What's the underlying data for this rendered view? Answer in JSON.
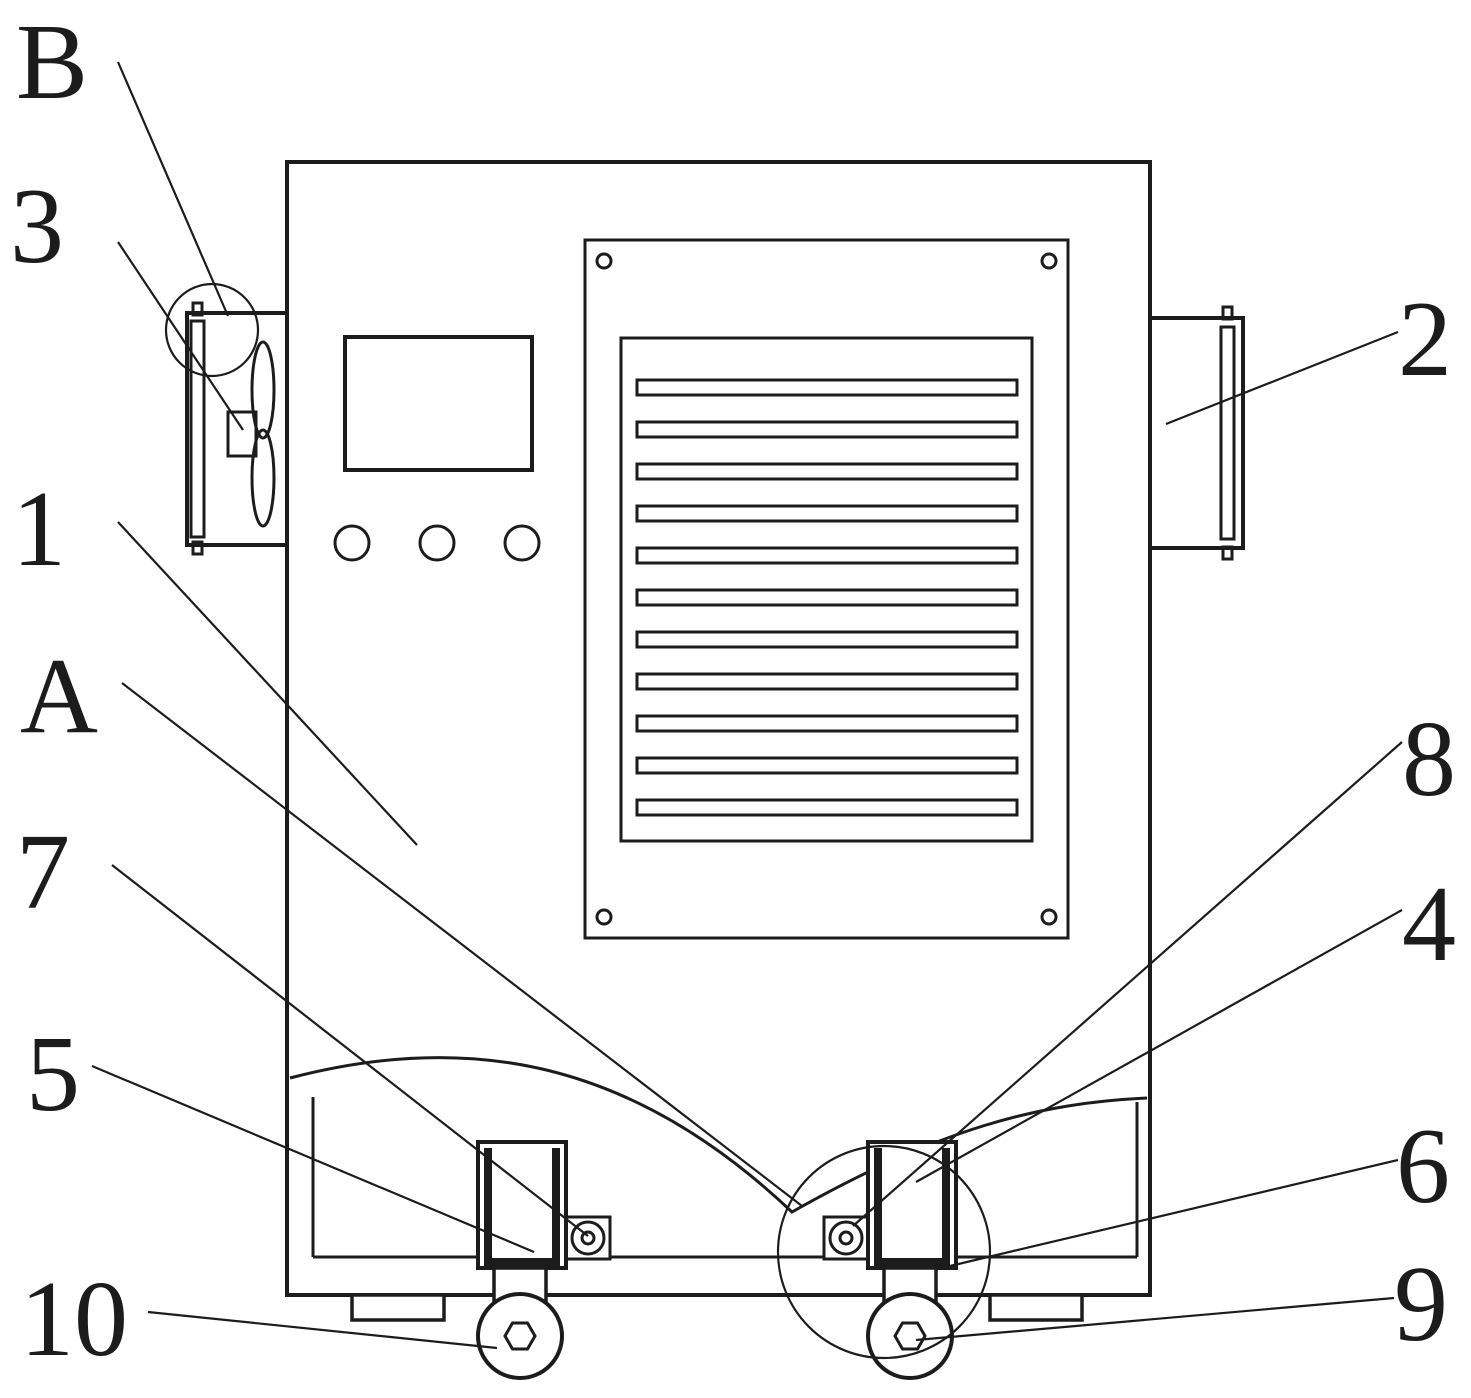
{
  "figure": {
    "background_color": "#ffffff",
    "line_color": "#1c1c1c",
    "kind": "patent-style technical line drawing"
  },
  "labels": [
    {
      "id": "B",
      "text": "B"
    },
    {
      "id": "3",
      "text": "3"
    },
    {
      "id": "1",
      "text": "1"
    },
    {
      "id": "A",
      "text": "A"
    },
    {
      "id": "7",
      "text": "7"
    },
    {
      "id": "5",
      "text": "5"
    },
    {
      "id": "10",
      "text": "10"
    },
    {
      "id": "2",
      "text": "2"
    },
    {
      "id": "8",
      "text": "8"
    },
    {
      "id": "4",
      "text": "4"
    },
    {
      "id": "6",
      "text": "6"
    },
    {
      "id": "9",
      "text": "9"
    }
  ]
}
